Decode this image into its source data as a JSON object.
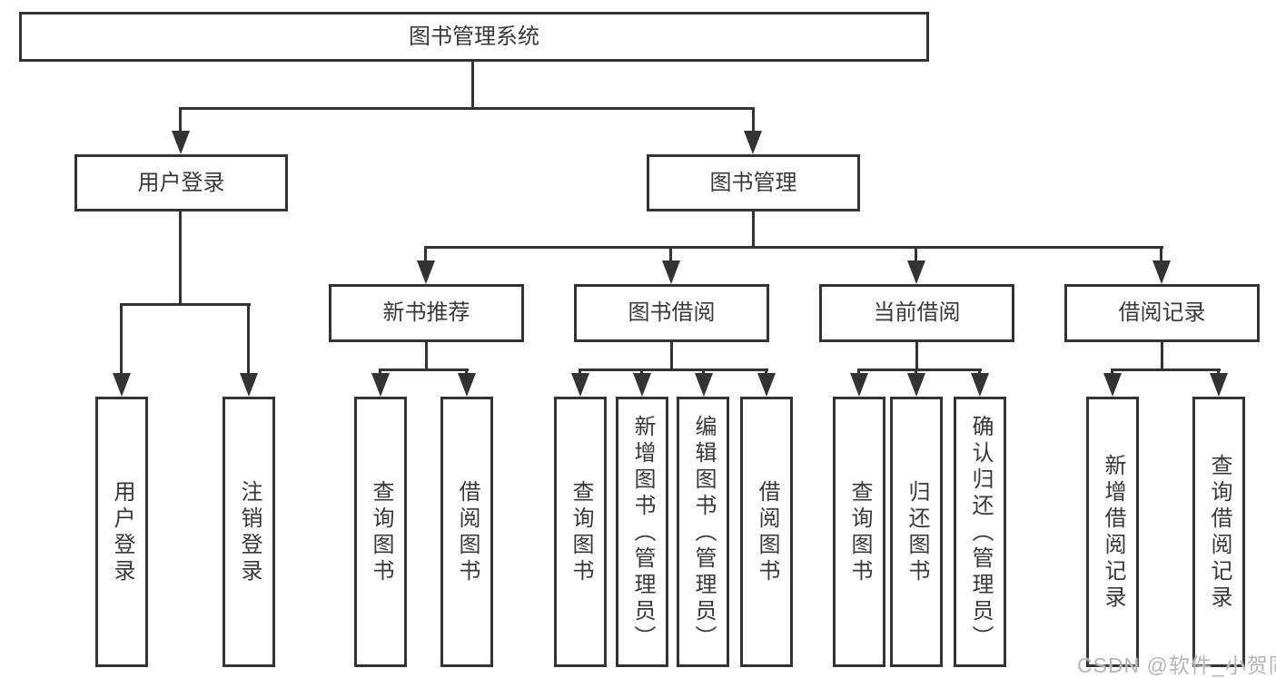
{
  "diagram_type": "hierarchy-tree",
  "nodes": {
    "root": "图书管理系统",
    "l2_user_login": "用户登录",
    "l2_book_mgmt": "图书管理",
    "l3_new_books": "新书推荐",
    "l3_book_borrow": "图书借阅",
    "l3_current_borrow": "当前借阅",
    "l3_borrow_records": "借阅记录",
    "leaf_user_login": "用户登录",
    "leaf_logout": "注销登录",
    "leaf_nb_query_books": "查询图书",
    "leaf_nb_borrow_books": "借阅图书",
    "leaf_bb_query_books": "查询图书",
    "leaf_bb_add_books": "新增图书（管理员）",
    "leaf_bb_edit_books": "编辑图书（管理员）",
    "leaf_bb_borrow_books": "借阅图书",
    "leaf_cb_query_books": "查询图书",
    "leaf_cb_return_books": "归还图书",
    "leaf_cb_confirm_return": "确认归还（管理员）",
    "leaf_br_add_record": "新增借阅记录",
    "leaf_br_query_record": "查询借阅记录"
  },
  "edges": [
    {
      "from": "root",
      "to": [
        "l2_user_login",
        "l2_book_mgmt"
      ]
    },
    {
      "from": "l2_user_login",
      "to": [
        "leaf_user_login",
        "leaf_logout"
      ]
    },
    {
      "from": "l2_book_mgmt",
      "to": [
        "l3_new_books",
        "l3_book_borrow",
        "l3_current_borrow",
        "l3_borrow_records"
      ]
    },
    {
      "from": "l3_new_books",
      "to": [
        "leaf_nb_query_books",
        "leaf_nb_borrow_books"
      ]
    },
    {
      "from": "l3_book_borrow",
      "to": [
        "leaf_bb_query_books",
        "leaf_bb_add_books",
        "leaf_bb_edit_books",
        "leaf_bb_borrow_books"
      ]
    },
    {
      "from": "l3_current_borrow",
      "to": [
        "leaf_cb_query_books",
        "leaf_cb_return_books",
        "leaf_cb_confirm_return"
      ]
    },
    {
      "from": "l3_borrow_records",
      "to": [
        "leaf_br_add_record",
        "leaf_br_query_record"
      ]
    }
  ],
  "watermark": {
    "text": "CSDN @软件_小贺同学"
  },
  "colors": {
    "line": "#333333",
    "box_border": "#333333",
    "box_bg": "#ffffff",
    "text": "#383838",
    "watermark": "#b5b5b5"
  }
}
